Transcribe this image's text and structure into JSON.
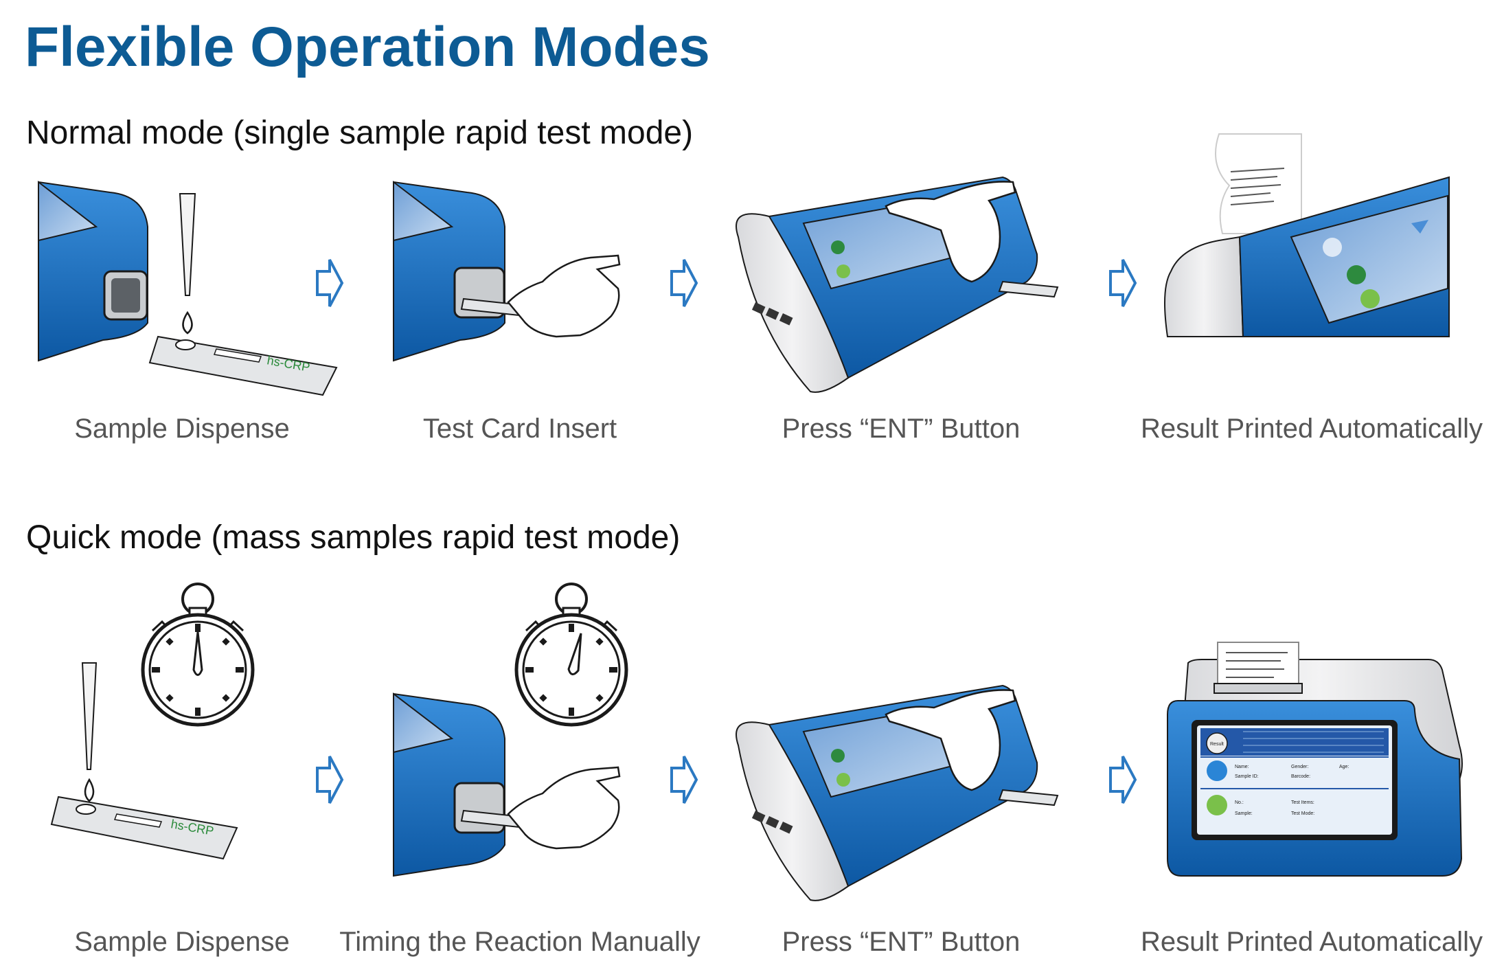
{
  "title": "Flexible Operation Modes",
  "colors": {
    "title": "#0d5b94",
    "device_blue": "#1f72c6",
    "device_blue_dark": "#0b4f94",
    "device_grey": "#e9eaec",
    "screen_blue": "#8fb6e0",
    "arrow": "#2b79c2",
    "label": "#555555"
  },
  "normal_mode": {
    "title": "Normal mode (single sample rapid test mode)",
    "steps": [
      {
        "label": "Sample Dispense"
      },
      {
        "label": "Test Card Insert"
      },
      {
        "label": "Press “ENT” Button"
      },
      {
        "label": "Result Printed Automatically"
      }
    ]
  },
  "quick_mode": {
    "title": "Quick mode (mass samples rapid test mode)",
    "steps": [
      {
        "label": "Sample Dispense"
      },
      {
        "label": "Timing the Reaction Manually"
      },
      {
        "label": "Press “ENT” Button"
      },
      {
        "label": "Result Printed Automatically"
      }
    ]
  },
  "device_text": {
    "card_label": "hs-CRP",
    "screen_result_button": "Result",
    "screen_name": "Name:",
    "screen_gender": "Gender:",
    "screen_age": "Age:",
    "screen_sample_id": "Sample ID:",
    "screen_barcode": "Barcode:",
    "screen_no": "No.:",
    "screen_test_items": "Test Items:",
    "screen_sample": "Sample:",
    "screen_test_mode": "Test Mode:"
  },
  "icons": [
    "pipette-icon",
    "stopwatch-icon",
    "hand-icon",
    "arrow-right-icon",
    "printer-paper-icon"
  ]
}
